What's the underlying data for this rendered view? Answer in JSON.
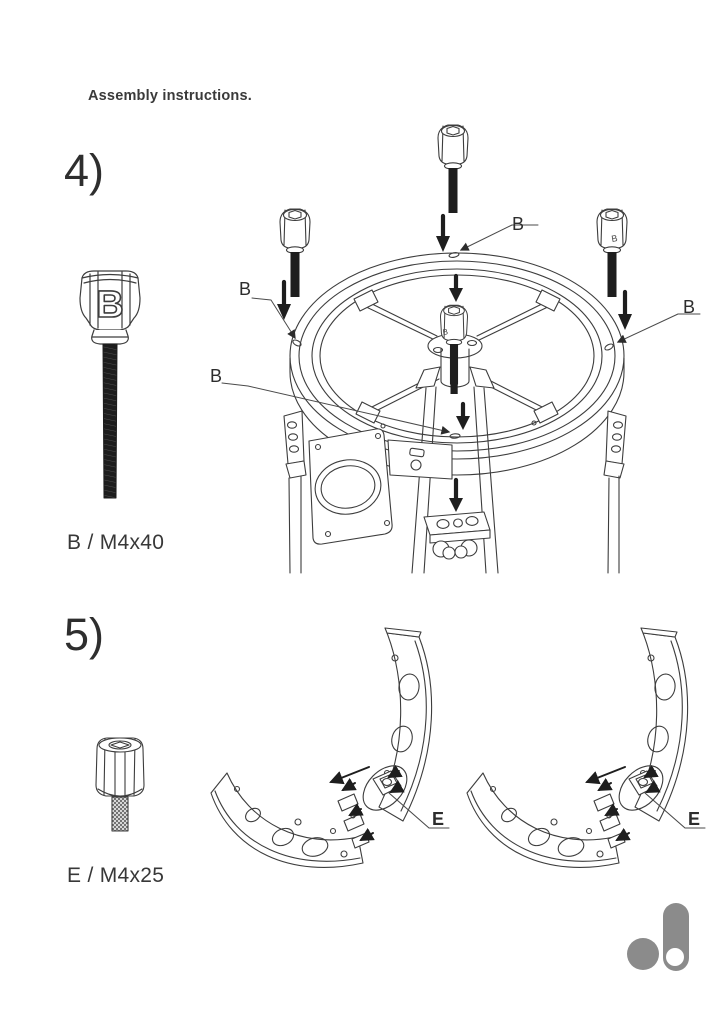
{
  "page": {
    "title": "Assembly instructions.",
    "background_color": "#ffffff",
    "line_color": "#3d3d3d",
    "text_color": "#333333"
  },
  "steps": [
    {
      "number": "4)",
      "part_code": "B",
      "part_label": "B / M4x40",
      "bolt_head_letter": "B",
      "callouts": [
        "B",
        "B",
        "B",
        "B"
      ]
    },
    {
      "number": "5)",
      "part_code": "E",
      "part_label": "E / M4x25",
      "callouts": [
        "E",
        "E"
      ]
    }
  ],
  "logo": {
    "icon": "brand-logo-icon",
    "color": "#8b8b8b"
  }
}
